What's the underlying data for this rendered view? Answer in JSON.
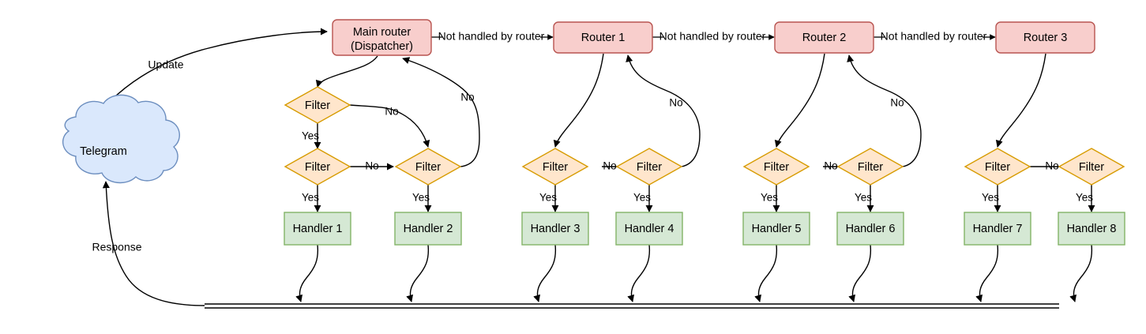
{
  "diagram": {
    "title": "Telegram bot update routing flow",
    "colors": {
      "router_fill": "#f8cecc",
      "router_stroke": "#b85450",
      "filter_fill": "#ffe6cc",
      "filter_stroke": "#d79b00",
      "handler_fill": "#d5e8d4",
      "handler_stroke": "#82b366",
      "cloud_fill": "#dae8fc",
      "cloud_stroke": "#6c8ebf",
      "edge": "#000000",
      "background": "#ffffff"
    },
    "source": {
      "label": "Telegram",
      "shape": "cloud"
    },
    "routers": [
      {
        "id": "main-router",
        "line1": "Main router",
        "line2": "(Dispatcher)"
      },
      {
        "id": "router-1",
        "line1": "Router 1",
        "line2": ""
      },
      {
        "id": "router-2",
        "line1": "Router 2",
        "line2": ""
      },
      {
        "id": "router-3",
        "line1": "Router 3",
        "line2": ""
      }
    ],
    "filters": [
      {
        "id": "filter-a",
        "label": "Filter"
      },
      {
        "id": "filter-1",
        "label": "Filter"
      },
      {
        "id": "filter-2",
        "label": "Filter"
      },
      {
        "id": "filter-3",
        "label": "Filter"
      },
      {
        "id": "filter-4",
        "label": "Filter"
      },
      {
        "id": "filter-5",
        "label": "Filter"
      },
      {
        "id": "filter-6",
        "label": "Filter"
      },
      {
        "id": "filter-7",
        "label": "Filter"
      },
      {
        "id": "filter-8",
        "label": "Filter"
      }
    ],
    "handlers": [
      {
        "id": "handler-1",
        "label": "Handler 1"
      },
      {
        "id": "handler-2",
        "label": "Handler 2"
      },
      {
        "id": "handler-3",
        "label": "Handler 3"
      },
      {
        "id": "handler-4",
        "label": "Handler 4"
      },
      {
        "id": "handler-5",
        "label": "Handler 5"
      },
      {
        "id": "handler-6",
        "label": "Handler 6"
      },
      {
        "id": "handler-7",
        "label": "Handler 7"
      },
      {
        "id": "handler-8",
        "label": "Handler 8"
      }
    ],
    "edge_labels": {
      "update": "Update",
      "response": "Response",
      "not_handled": "Not handled by router",
      "yes": "Yes",
      "no": "No"
    },
    "chain_labels": [
      {
        "id": "not-handled-1",
        "text": "Not handled by router"
      },
      {
        "id": "not-handled-2",
        "text": "Not handled by router"
      },
      {
        "id": "not-handled-3",
        "text": "Not handled by router"
      }
    ],
    "yes_labels": [
      {
        "id": "yes-a",
        "text": "Yes"
      },
      {
        "id": "yes-1",
        "text": "Yes"
      },
      {
        "id": "yes-2",
        "text": "Yes"
      },
      {
        "id": "yes-3",
        "text": "Yes"
      },
      {
        "id": "yes-4",
        "text": "Yes"
      },
      {
        "id": "yes-5",
        "text": "Yes"
      },
      {
        "id": "yes-6",
        "text": "Yes"
      },
      {
        "id": "yes-7",
        "text": "Yes"
      },
      {
        "id": "yes-8",
        "text": "Yes"
      }
    ],
    "no_labels": [
      {
        "id": "no-a-right",
        "text": "No"
      },
      {
        "id": "no-a-return",
        "text": "No"
      },
      {
        "id": "no-1",
        "text": "No"
      },
      {
        "id": "no-2-return",
        "text": "No"
      },
      {
        "id": "no-3",
        "text": "No"
      },
      {
        "id": "no-4-return",
        "text": "No"
      },
      {
        "id": "no-5",
        "text": "No"
      },
      {
        "id": "no-6-return",
        "text": "No"
      },
      {
        "id": "no-7",
        "text": "No"
      }
    ],
    "collector_bus": {
      "id": "response-bus",
      "style": "double-line"
    }
  }
}
